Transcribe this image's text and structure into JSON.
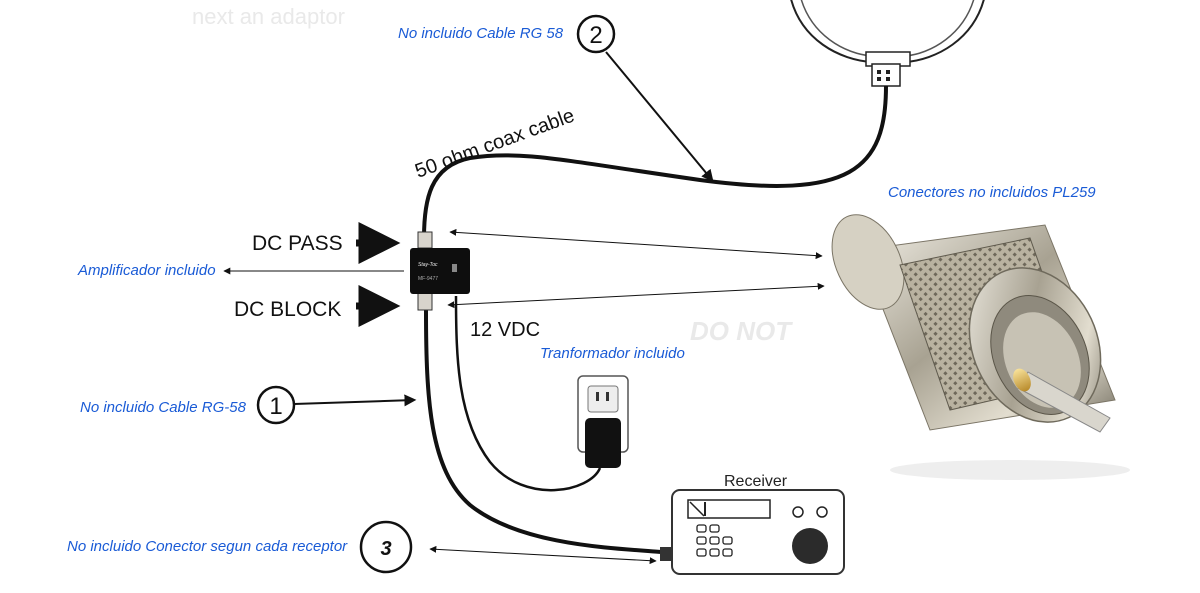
{
  "labels": {
    "cable_top": "No incluido Cable RG 58",
    "coax": "50 ohm coax cable",
    "connectors": "Conectores no incluidos PL259",
    "dc_pass": "DC PASS",
    "dc_block": "DC BLOCK",
    "amplifier": "Amplificador incluido",
    "vdc": "12 VDC",
    "transformer": "Tranformador incluido",
    "cable_bottom": "No incluido Cable RG-58",
    "connector_receiver": "No incluido Conector segun cada receptor",
    "receiver": "Receiver"
  },
  "markers": [
    "1",
    "2",
    "3"
  ],
  "amp_brand": "Stay-Toc",
  "amp_model": "MF-9477",
  "ghost_text": [
    "next an adaptor",
    "DO NOT"
  ],
  "colors": {
    "annotation": "#1a5bd6",
    "cable": "#111111",
    "connector_metal": "#b8b2a4"
  }
}
